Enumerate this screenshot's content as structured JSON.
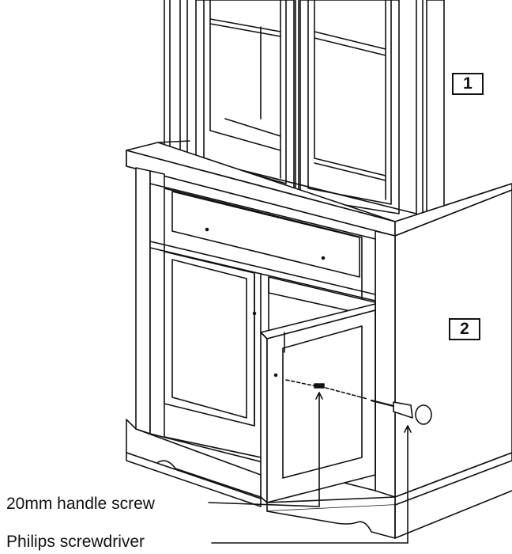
{
  "steps": {
    "step_1": "1",
    "step_2": "2"
  },
  "callouts": {
    "handle_screw": "20mm handle screw",
    "screwdriver": "Philips screwdriver"
  },
  "colors": {
    "line": "#111111",
    "background": "#ffffff"
  }
}
